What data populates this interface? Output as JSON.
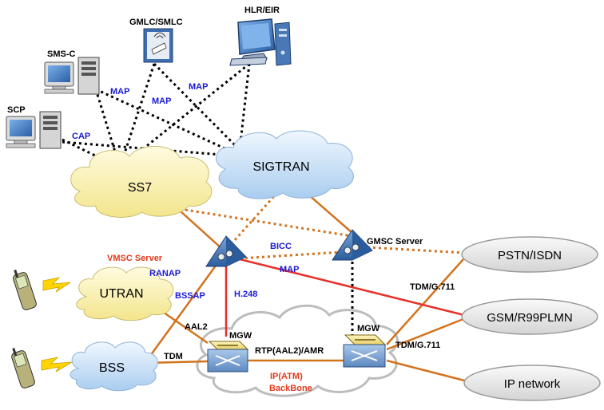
{
  "nodes": {
    "scp": "SCP",
    "smsc": "SMS-C",
    "gmlc": "GMLC/SMLC",
    "hlr": "HLR/EIR",
    "ss7": "SS7",
    "sigtran": "SIGTRAN",
    "vmsc": "VMSC Server",
    "gmsc": "GMSC Server",
    "utran": "UTRAN",
    "bss": "BSS",
    "mgw_left": "MGW",
    "mgw_right": "MGW",
    "pstn": "PSTN/ISDN",
    "gsm": "GSM/R99PLMN",
    "ipnet": "IP network",
    "backbone_line1": "IP(ATM)",
    "backbone_line2": "BackBone"
  },
  "links": {
    "map1": "MAP",
    "map2": "MAP",
    "map3": "MAP",
    "cap": "CAP",
    "bicc": "BICC",
    "map_vmsc": "MAP",
    "ranap": "RANAP",
    "bssap": "BSSAP",
    "h248": "H.248",
    "aal2": "AAL2",
    "tdm_bss": "TDM",
    "rtp": "RTP(AAL2)/AMR",
    "tdm_g711_a": "TDM/G.711",
    "tdm_g711_b": "TDM/G.711"
  },
  "colors": {
    "signaling_dotted": "#000000",
    "orange_link": "#d2731e",
    "red_link": "#e8302a",
    "label_blue": "#1a1ad6",
    "label_red": "#e23a1c",
    "cloud_yellow": "#fbf3b4",
    "cloud_blue": "#cfe3f7",
    "oval_gray": "#e8e8e8"
  },
  "icons": [
    "computer-icon",
    "server-icon",
    "phone-icon",
    "lightning-icon",
    "router-icon",
    "mgw-switch-icon"
  ]
}
